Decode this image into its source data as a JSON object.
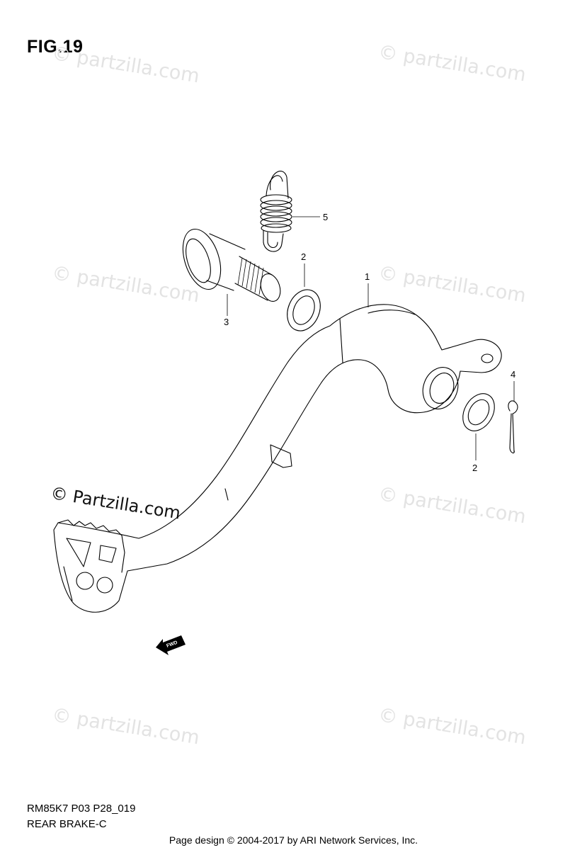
{
  "figure": {
    "title": "FIG.19"
  },
  "watermarks": {
    "text": "© Partzilla.com",
    "text_lower": "© partzilla.com"
  },
  "callouts": {
    "c1": "1",
    "c2a": "2",
    "c2b": "2",
    "c3": "3",
    "c4": "4",
    "c5": "5"
  },
  "fwd_label": "FWD",
  "footer": {
    "code": "RM85K7 P03 P28_019",
    "name": "REAR BRAKE-C",
    "credit": "Page design © 2004-2017 by ARI Network Services, Inc."
  }
}
